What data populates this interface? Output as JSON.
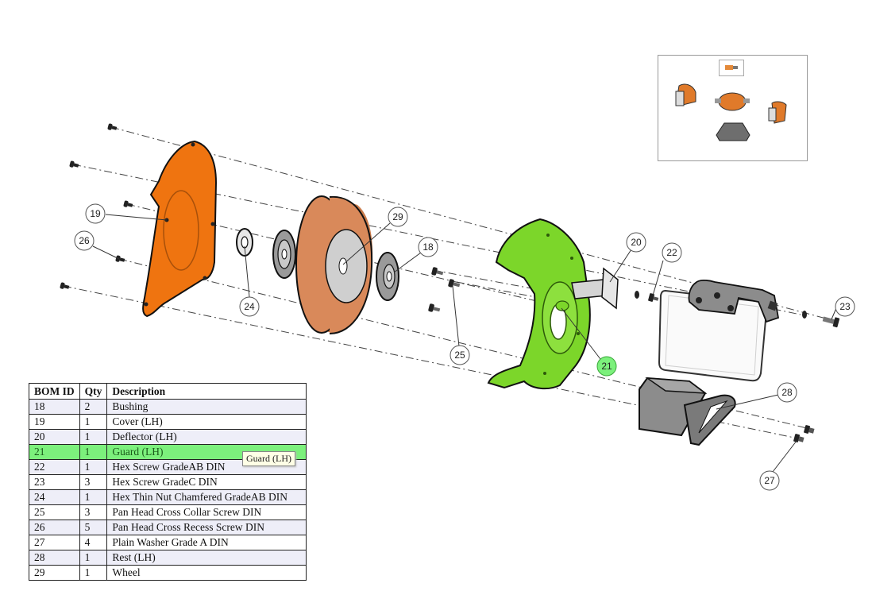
{
  "bom": {
    "headers": {
      "id": "BOM ID",
      "qty": "Qty",
      "desc": "Description"
    },
    "rows": [
      {
        "id": "18",
        "qty": "2",
        "desc": "Bushing"
      },
      {
        "id": "19",
        "qty": "1",
        "desc": "Cover (LH)"
      },
      {
        "id": "20",
        "qty": "1",
        "desc": "Deflector (LH)"
      },
      {
        "id": "21",
        "qty": "1",
        "desc": "Guard (LH)"
      },
      {
        "id": "22",
        "qty": "1",
        "desc": "Hex Screw GradeAB DIN"
      },
      {
        "id": "23",
        "qty": "3",
        "desc": "Hex Screw GradeC DIN"
      },
      {
        "id": "24",
        "qty": "1",
        "desc": "Hex Thin Nut Chamfered GradeAB DIN"
      },
      {
        "id": "25",
        "qty": "3",
        "desc": "Pan Head Cross Collar Screw DIN"
      },
      {
        "id": "26",
        "qty": "5",
        "desc": "Pan Head Cross Recess Screw DIN"
      },
      {
        "id": "27",
        "qty": "4",
        "desc": "Plain Washer Grade A DIN"
      },
      {
        "id": "28",
        "qty": "1",
        "desc": "Rest (LH)"
      },
      {
        "id": "29",
        "qty": "1",
        "desc": "Wheel"
      }
    ],
    "selected_id": "21"
  },
  "tooltip": {
    "text": "Guard (LH)"
  },
  "callouts": {
    "c18": "18",
    "c19": "19",
    "c20": "20",
    "c21": "21",
    "c22": "22",
    "c23": "23",
    "c24": "24",
    "c25": "25",
    "c26": "26",
    "c27": "27",
    "c28": "28",
    "c29": "29"
  },
  "colors": {
    "cover": "#ef7410",
    "guard_highlight": "#7cd62a",
    "callout_highlight": "#7cf07c",
    "wheel": "#d9895a",
    "rest": "#8c8c8c",
    "selected_row": "#7cf07c"
  }
}
